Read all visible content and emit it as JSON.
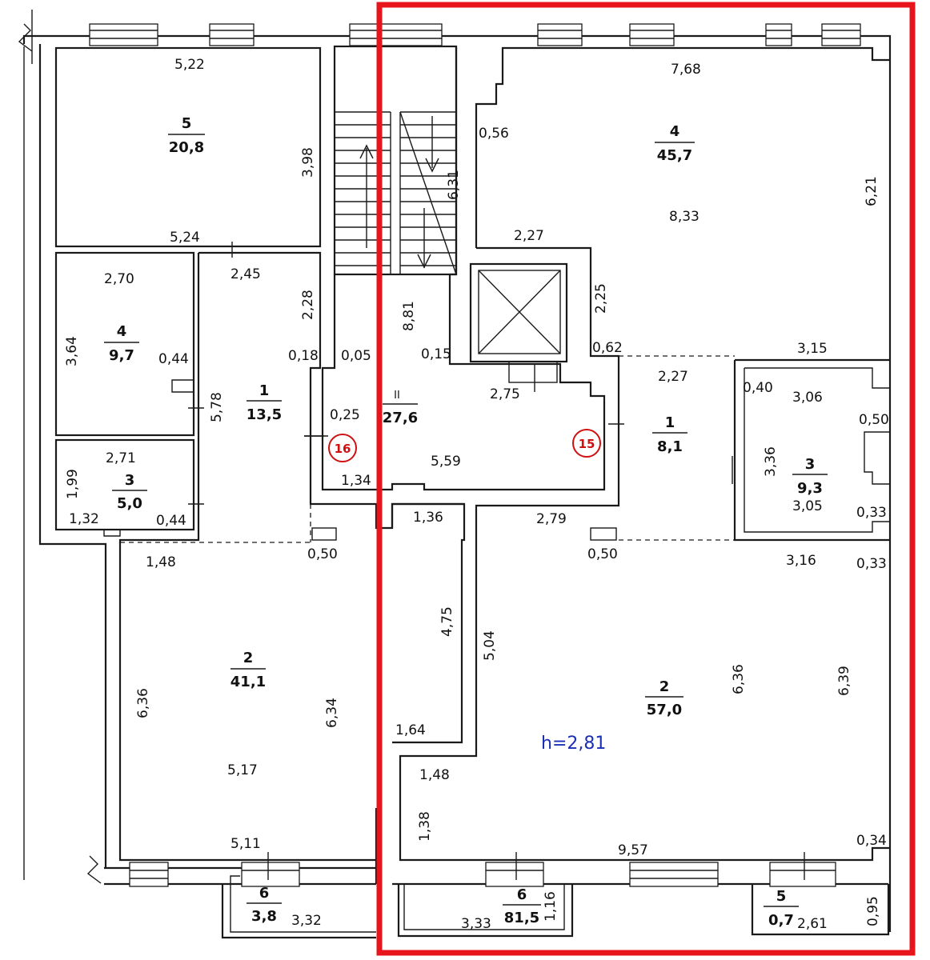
{
  "rooms": {
    "left_room_5": {
      "num": "5",
      "area": "20,8"
    },
    "left_room_4": {
      "num": "4",
      "area": "9,7"
    },
    "left_room_3": {
      "num": "3",
      "area": "5,0"
    },
    "left_room_1": {
      "num": "1",
      "area": "13,5"
    },
    "left_room_2": {
      "num": "2",
      "area": "41,1"
    },
    "left_room_6": {
      "num": "6",
      "area": "3,8"
    },
    "stair_hall": {
      "num": "II",
      "area": "27,6"
    },
    "right_room_4": {
      "num": "4",
      "area": "45,7"
    },
    "right_room_1": {
      "num": "1",
      "area": "8,1"
    },
    "right_room_3": {
      "num": "3",
      "area": "9,3"
    },
    "right_room_2": {
      "num": "2",
      "area": "57,0"
    },
    "right_room_6": {
      "num": "6",
      "area": "81,5"
    },
    "right_room_5": {
      "num": "5",
      "area": "0,7"
    }
  },
  "markers": {
    "m16": "16",
    "m15": "15"
  },
  "height": "h=2,81",
  "dims": {
    "d_5_22": "5,22",
    "d_3_98": "3,98",
    "d_5_24": "5,24",
    "d_2_70": "2,70",
    "d_3_64": "3,64",
    "d_0_44a": "0,44",
    "d_2_45": "2,45",
    "d_2_28": "2,28",
    "d_0_18": "0,18",
    "d_5_78": "5,78",
    "d_2_71": "2,71",
    "d_1_99": "1,99",
    "d_1_32": "1,32",
    "d_0_44b": "0,44",
    "d_0_05": "0,05",
    "d_0_25": "0,25",
    "d_1_34": "1,34",
    "d_0_50a": "0,50",
    "d_1_48a": "1,48",
    "d_6_36a": "6,36",
    "d_6_34": "6,34",
    "d_5_17": "5,17",
    "d_5_11": "5,11",
    "d_3_32": "3,32",
    "d_8_81": "8,81",
    "d_0_15": "0,15",
    "d_6_31": "6,31",
    "d_2_75": "2,75",
    "d_5_59": "5,59",
    "d_1_36": "1,36",
    "d_4_75": "4,75",
    "d_1_64": "1,64",
    "d_7_68": "7,68",
    "d_0_56": "0,56",
    "d_8_33": "8,33",
    "d_6_21": "6,21",
    "d_2_27a": "2,27",
    "d_2_25": "2,25",
    "d_0_62": "0,62",
    "d_3_15": "3,15",
    "d_2_27b": "2,27",
    "d_0_40": "0,40",
    "d_3_06": "3,06",
    "d_0_50b": "0,50",
    "d_3_36": "3,36",
    "d_3_05": "3,05",
    "d_0_33a": "0,33",
    "d_2_79": "2,79",
    "d_0_50c": "0,50",
    "d_3_16": "3,16",
    "d_0_33b": "0,33",
    "d_5_04": "5,04",
    "d_6_36b": "6,36",
    "d_6_39": "6,39",
    "d_1_48b": "1,48",
    "d_1_38": "1,38",
    "d_9_57": "9,57",
    "d_0_34": "0,34",
    "d_3_33": "3,33",
    "d_1_16": "1,16",
    "d_0_95": "0,95",
    "d_2_61": "2,61"
  },
  "colors": {
    "highlight": "#e8141b",
    "marker": "#d01010",
    "height": "#1a2fb5"
  }
}
